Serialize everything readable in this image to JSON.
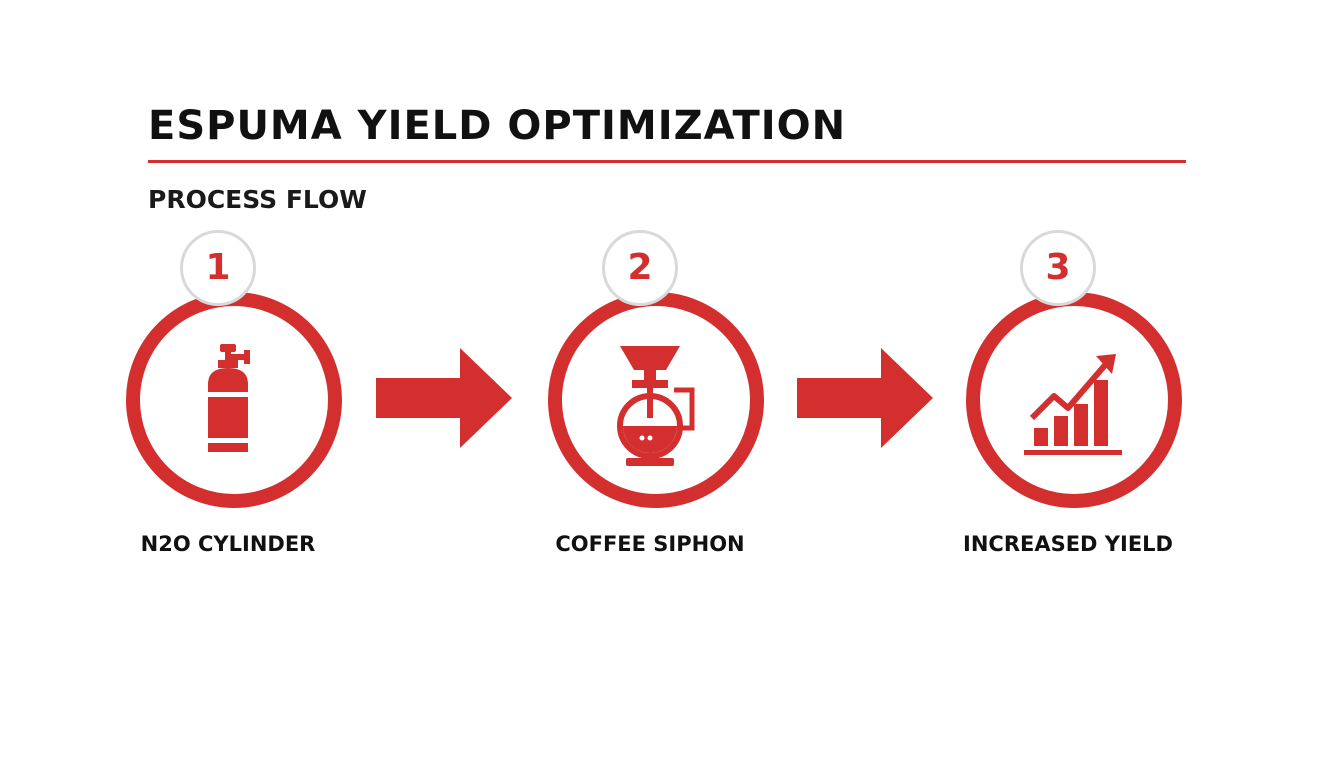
{
  "title": "ESPUMA YIELD OPTIMIZATION",
  "subtitle": "PROCESS FLOW",
  "colors": {
    "accent": "#d32f2f",
    "text": "#111111",
    "badge_border": "#d9d9d9"
  },
  "steps": [
    {
      "number": "1",
      "label": "N2O CYLINDER",
      "icon": "gas-cylinder-icon"
    },
    {
      "number": "2",
      "label": "COFFEE SIPHON",
      "icon": "coffee-siphon-icon"
    },
    {
      "number": "3",
      "label": "INCREASED YIELD",
      "icon": "growth-chart-icon"
    }
  ]
}
